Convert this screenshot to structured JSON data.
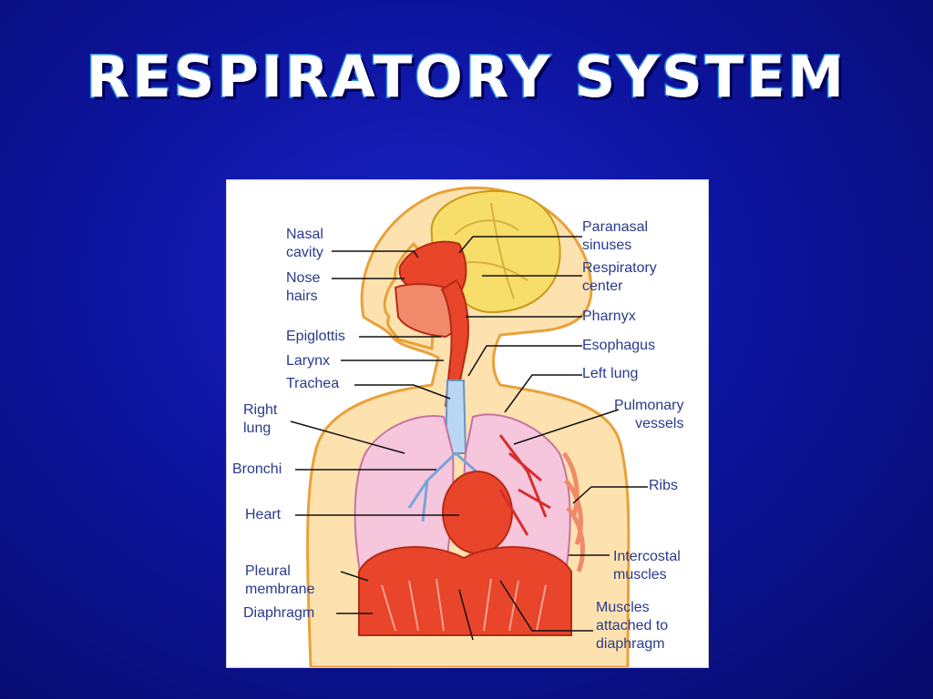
{
  "title": "RESPIRATORY SYSTEM",
  "colors": {
    "background": "#0d149e",
    "title_text": "#ffffff",
    "title_outline": "#2e8fe8",
    "label_text": "#2a3a8c",
    "tissue_red": "#e8452a",
    "brain_yellow": "#f7dd6a",
    "skin": "#fde2b0",
    "lung_pink": "#f6c6dc",
    "airway_blue": "#b9d6f2"
  },
  "labels": {
    "nasal_cavity": "Nasal\ncavity",
    "nose_hairs": "Nose\nhairs",
    "epiglottis": "Epiglottis",
    "larynx": "Larynx",
    "trachea": "Trachea",
    "right_lung": "Right\nlung",
    "bronchi": "Bronchi",
    "heart": "Heart",
    "pleural_membrane": "Pleural\nmembrane",
    "diaphragm": "Diaphragm",
    "paranasal_sinuses": "Paranasal\nsinuses",
    "respiratory_center": "Respiratory\ncenter",
    "pharnyx": "Pharnyx",
    "esophagus": "Esophagus",
    "left_lung": "Left lung",
    "pulmonary_vessels": "Pulmonary\nvessels",
    "ribs": "Ribs",
    "intercostal_muscles": "Intercostal\nmuscles",
    "muscles_attached": "Muscles\nattached to\ndiaphragm"
  }
}
